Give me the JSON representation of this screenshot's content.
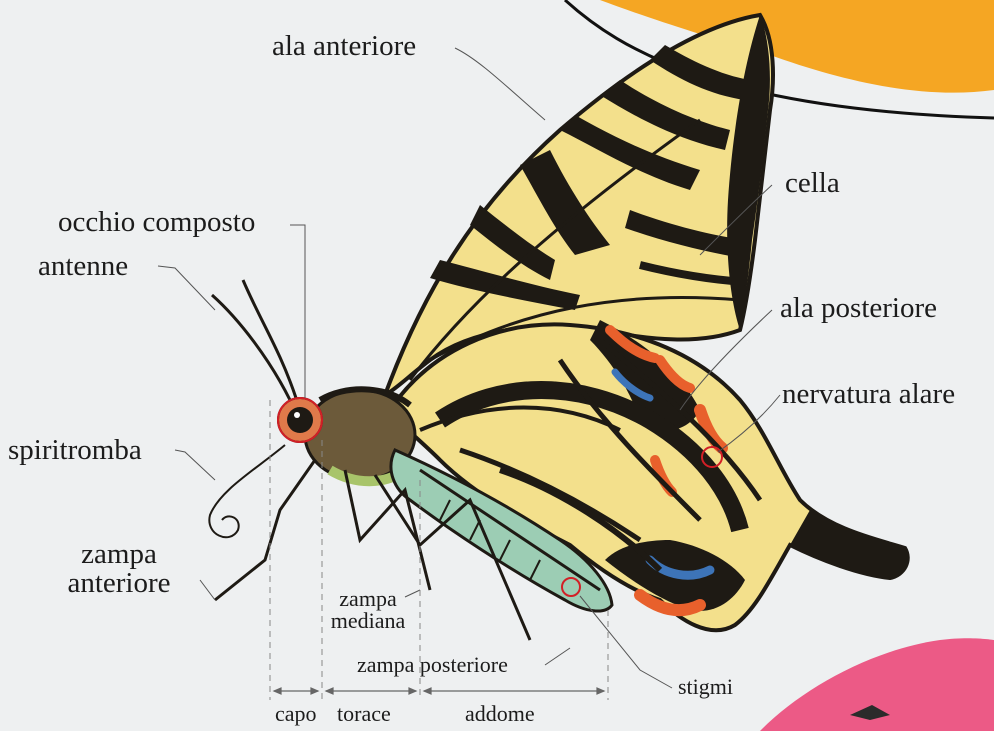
{
  "labels": {
    "ala_anteriore": "ala anteriore",
    "occhio_composto": "occhio composto",
    "antenne": "antenne",
    "spiritromba": "spiritromba",
    "zampa_anteriore_1": "zampa",
    "zampa_anteriore_2": "anteriore",
    "cella": "cella",
    "ala_posteriore": "ala posteriore",
    "nervatura_alare": "nervatura alare",
    "zampa_mediana_1": "zampa",
    "zampa_mediana_2": "mediana",
    "zampa_posteriore": "zampa posteriore",
    "stigmi": "stigmi"
  },
  "segments": {
    "capo": "capo",
    "torace": "torace",
    "addome": "addome"
  },
  "colors": {
    "background": "#eef0f1",
    "wing_yellow": "#f3e08c",
    "vein_black": "#1e1a14",
    "orange_spot": "#e8602c",
    "blue_spot": "#3d74b8",
    "abdomen_green": "#9ccdb4",
    "deco_orange": "#f5a623",
    "deco_pink": "#ec5a86",
    "marker_red": "#d21f26"
  }
}
